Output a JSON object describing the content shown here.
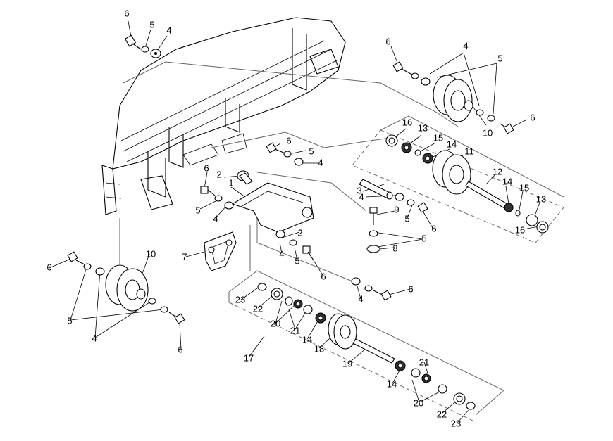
{
  "callouts": [
    {
      "text": "6"
    },
    {
      "text": "5"
    },
    {
      "text": "4"
    },
    {
      "text": "6"
    },
    {
      "text": "4"
    },
    {
      "text": "5"
    },
    {
      "text": "6"
    },
    {
      "text": "10"
    },
    {
      "text": "16"
    },
    {
      "text": "13"
    },
    {
      "text": "15"
    },
    {
      "text": "14"
    },
    {
      "text": "11"
    },
    {
      "text": "12"
    },
    {
      "text": "14"
    },
    {
      "text": "15"
    },
    {
      "text": "13"
    },
    {
      "text": "16"
    },
    {
      "text": "6"
    },
    {
      "text": "5"
    },
    {
      "text": "4"
    },
    {
      "text": "2"
    },
    {
      "text": "6"
    },
    {
      "text": "1"
    },
    {
      "text": "5"
    },
    {
      "text": "4"
    },
    {
      "text": "3"
    },
    {
      "text": "4"
    },
    {
      "text": "9"
    },
    {
      "text": "5"
    },
    {
      "text": "6"
    },
    {
      "text": "2"
    },
    {
      "text": "5"
    },
    {
      "text": "8"
    },
    {
      "text": "4"
    },
    {
      "text": "5"
    },
    {
      "text": "6"
    },
    {
      "text": "7"
    },
    {
      "text": "6"
    },
    {
      "text": "10"
    },
    {
      "text": "5"
    },
    {
      "text": "4"
    },
    {
      "text": "6"
    },
    {
      "text": "4"
    },
    {
      "text": "6"
    },
    {
      "text": "23"
    },
    {
      "text": "22"
    },
    {
      "text": "20"
    },
    {
      "text": "21"
    },
    {
      "text": "14"
    },
    {
      "text": "18"
    },
    {
      "text": "17"
    },
    {
      "text": "19"
    },
    {
      "text": "14"
    },
    {
      "text": "21"
    },
    {
      "text": "20"
    },
    {
      "text": "22"
    },
    {
      "text": "23"
    }
  ]
}
